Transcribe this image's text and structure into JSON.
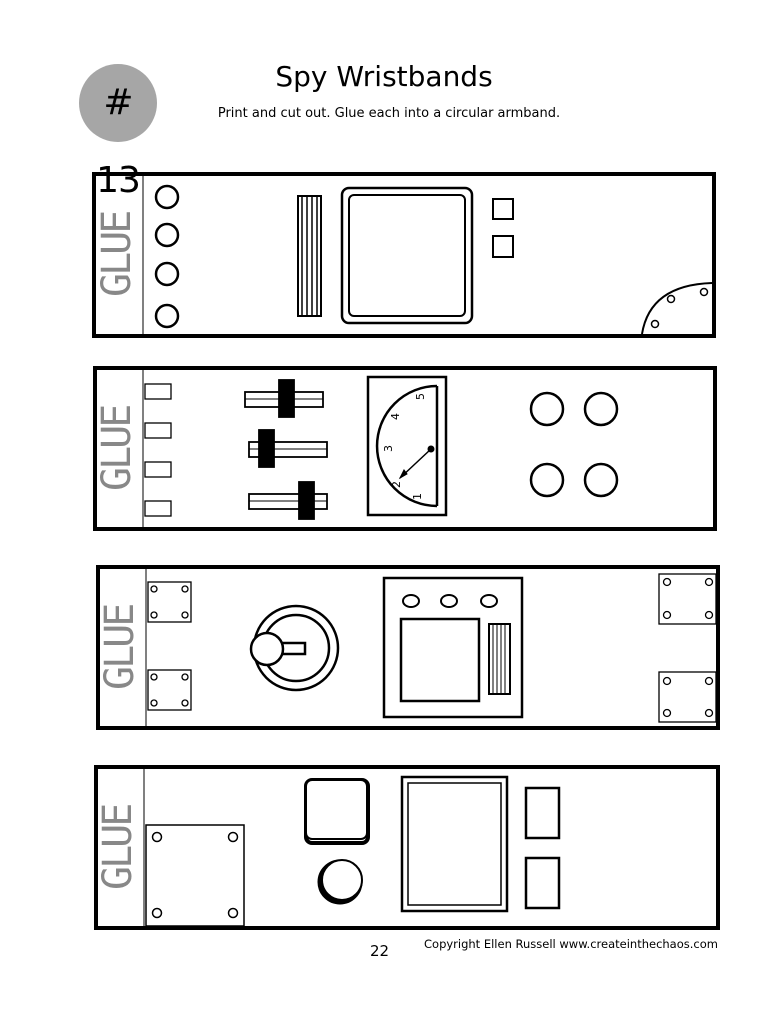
{
  "header": {
    "badge": "# 13",
    "title": "Spy Wristbands",
    "subtitle": "Print and cut out. Glue each into a circular armband."
  },
  "bands": [
    {
      "glue_label": "GLUE"
    },
    {
      "glue_label": "GLUE"
    },
    {
      "glue_label": "GLUE"
    },
    {
      "glue_label": "GLUE"
    }
  ],
  "gauge": {
    "ticks": [
      "1",
      "2",
      "3",
      "4",
      "5"
    ]
  },
  "footer": {
    "page_number": "22",
    "copyright": "Copyright Ellen Russell www.createinthechaos.com"
  }
}
